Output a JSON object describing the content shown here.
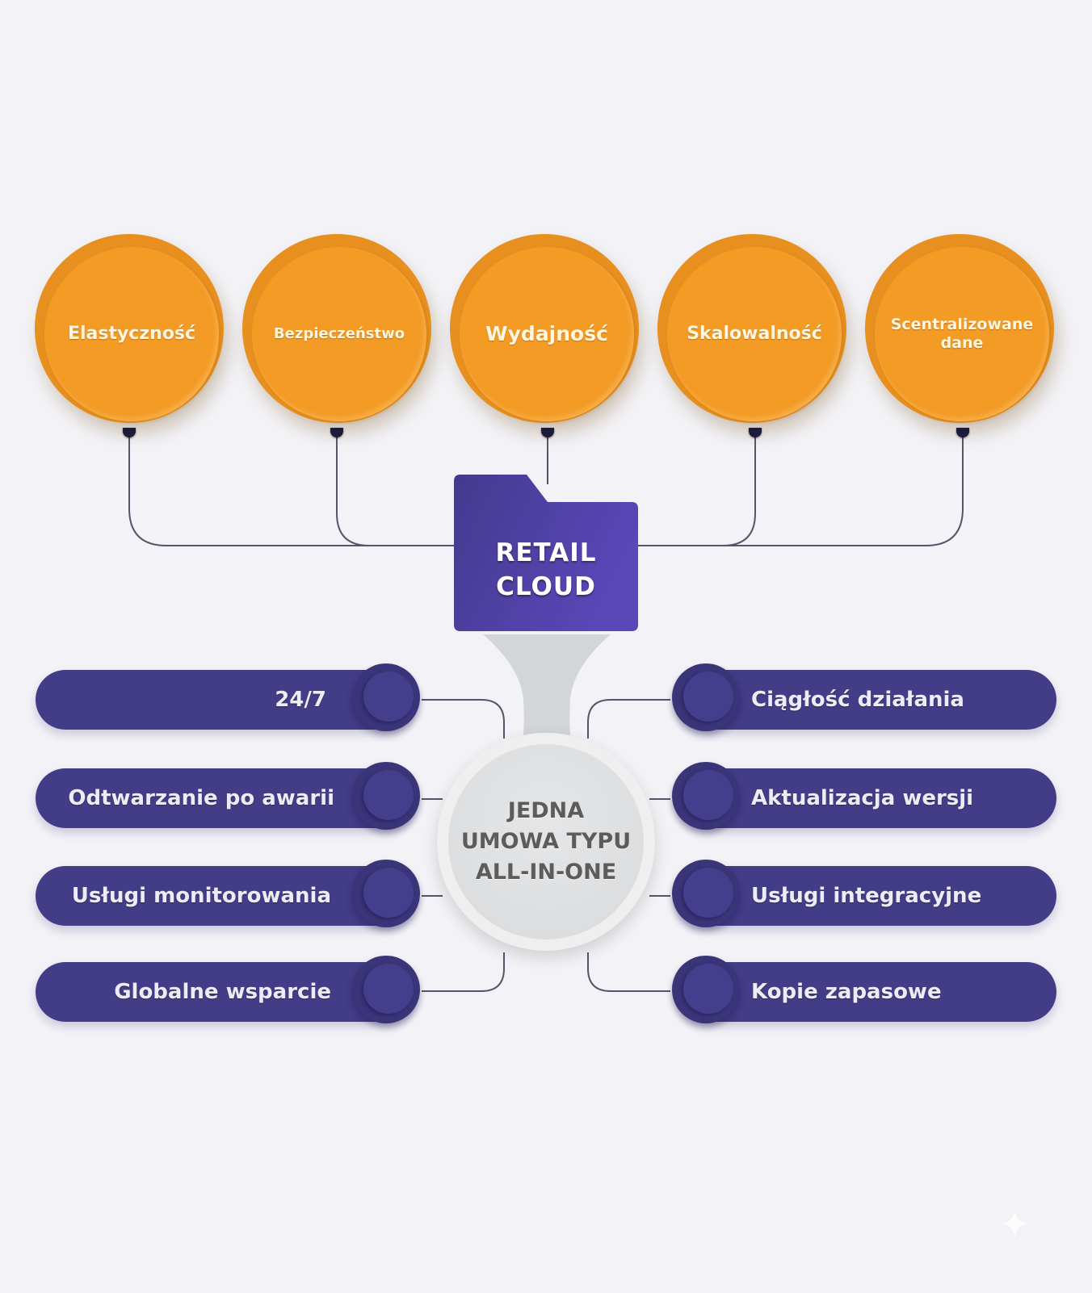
{
  "diagram": {
    "hub": {
      "icon": "folder-icon",
      "label_line1": "RETAIL",
      "label_line2": "CLOUD",
      "color": "#4d3f9e"
    },
    "benefits": [
      {
        "label_line1": "Elastyczność",
        "label_line2": ""
      },
      {
        "label_line1": "Bezpieczeństwo",
        "label_line2": ""
      },
      {
        "label_line1": "Wydajność",
        "label_line2": ""
      },
      {
        "label_line1": "Skalowalność",
        "label_line2": ""
      },
      {
        "label_line1": "Scentralizowane",
        "label_line2": "dane"
      }
    ],
    "benefit_color": "#f39b25",
    "center": {
      "label_line1": "JEDNA",
      "label_line2": "UMOWA TYPU",
      "label_line3": "ALL-IN-ONE"
    },
    "services_left": [
      {
        "label": "24/7"
      },
      {
        "label": "Odtwarzanie po awarii"
      },
      {
        "label": "Usługi monitorowania"
      },
      {
        "label": "Globalne wsparcie"
      }
    ],
    "services_right": [
      {
        "label": "Ciągłość działania"
      },
      {
        "label": "Aktualizacja wersji"
      },
      {
        "label": "Usługi integracyjne"
      },
      {
        "label": "Kopie zapasowe"
      }
    ],
    "service_color": "#433c86",
    "watermark_icon": "sparkle-icon"
  }
}
